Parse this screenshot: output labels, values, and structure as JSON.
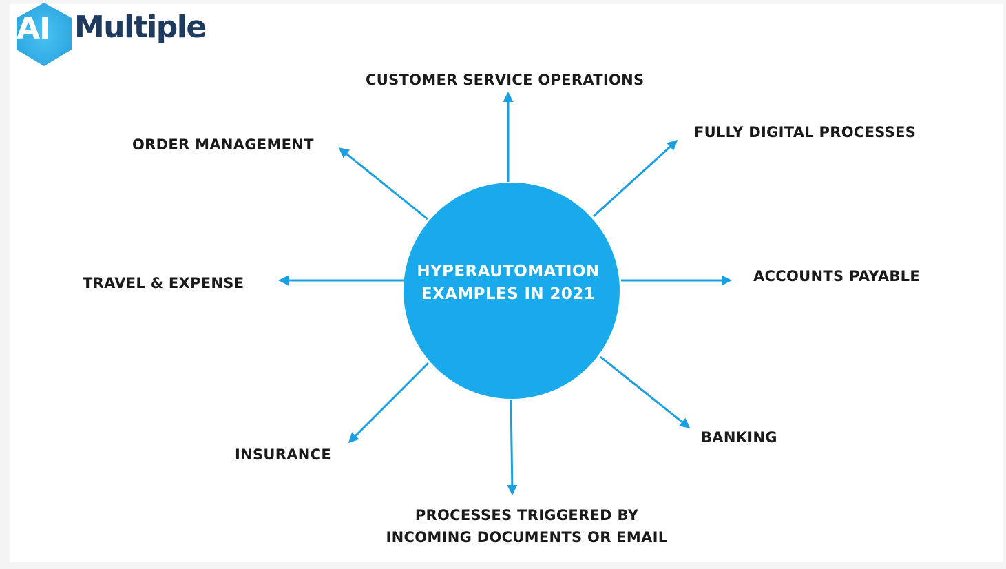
{
  "logo": {
    "mark_text": "AI",
    "word_text": "Multiple",
    "mark_color": "#29abe2",
    "word_color": "#1f3a5f"
  },
  "hub": {
    "line1": "HYPERAUTOMATION",
    "line2": "EXAMPLES IN 2021",
    "fill_color": "#18aaeb"
  },
  "connector_color": "#1a9fe0",
  "branches": {
    "customer_service": "CUSTOMER SERVICE OPERATIONS",
    "fully_digital": "FULLY DIGITAL PROCESSES",
    "order_management": "ORDER MANAGEMENT",
    "travel_expense": "TRAVEL & EXPENSE",
    "accounts_payable": "ACCOUNTS PAYABLE",
    "insurance": "INSURANCE",
    "banking": "BANKING",
    "processes_triggered_line1": "PROCESSES TRIGGERED BY",
    "processes_triggered_line2": "INCOMING DOCUMENTS OR EMAIL"
  }
}
